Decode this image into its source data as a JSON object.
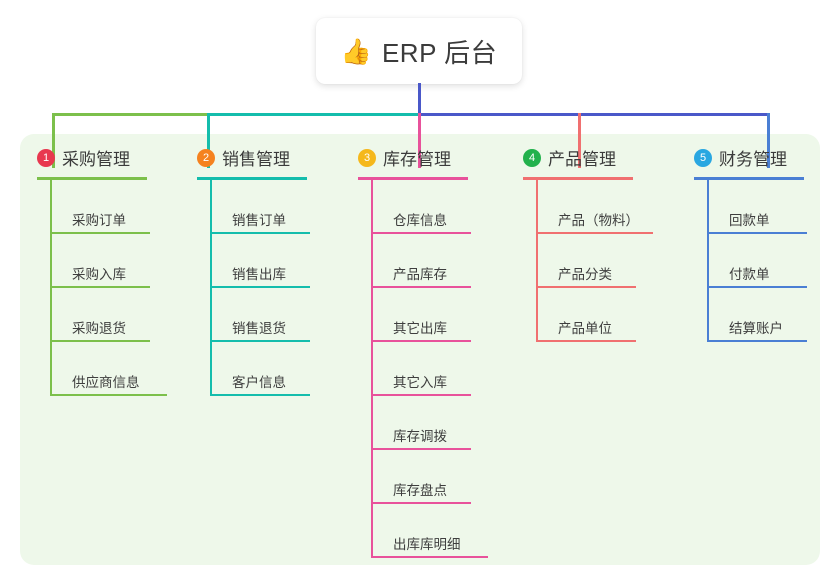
{
  "root": {
    "icon": "thumbs-up-icon",
    "emoji": "👍",
    "title": "ERP 后台"
  },
  "colors": {
    "page_background": "#ffffff",
    "panel_background": "#eef8ea",
    "root_stem": "#4a58c9",
    "bus_green": "#7cc04b",
    "bus_teal": "#14bdac",
    "bus_blue": "#4a58c9",
    "text": "#3b3b3b"
  },
  "branches": [
    {
      "number": "1",
      "title": "采购管理",
      "badge_color": "#e8384f",
      "accent": "#7cc04b",
      "items": [
        "采购订单",
        "采购入库",
        "采购退货",
        "供应商信息"
      ]
    },
    {
      "number": "2",
      "title": "销售管理",
      "badge_color": "#f5821f",
      "accent": "#14bdac",
      "items": [
        "销售订单",
        "销售出库",
        "销售退货",
        "客户信息"
      ]
    },
    {
      "number": "3",
      "title": "库存管理",
      "badge_color": "#f5b81c",
      "accent": "#e8529b",
      "items": [
        "仓库信息",
        "产品库存",
        "其它出库",
        "其它入库",
        "库存调拨",
        "库存盘点",
        "出库库明细"
      ]
    },
    {
      "number": "4",
      "title": "产品管理",
      "badge_color": "#22b14c",
      "accent": "#f07070",
      "items": [
        "产品（物料）",
        "产品分类",
        "产品单位"
      ]
    },
    {
      "number": "5",
      "title": "财务管理",
      "badge_color": "#29a7e1",
      "accent": "#4a7fd4",
      "items": [
        "回款单",
        "付款单",
        "结算账户"
      ]
    }
  ]
}
